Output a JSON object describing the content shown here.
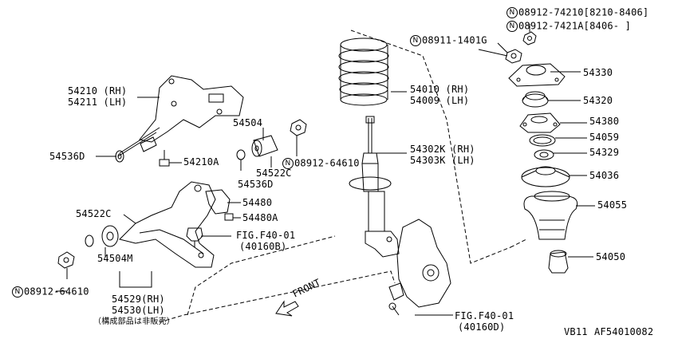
{
  "diagram_id": "VB11",
  "figure_code": "AF54010082",
  "front_label": "FRONT",
  "nut_symbol": "N",
  "parts": {
    "p54210": "54210 (RH)",
    "p54211": "54211 (LH)",
    "p54536d_top": "54536D",
    "p54210a": "54210A",
    "p54504": "54504",
    "p54522c_top": "54522C",
    "p54536d_mid": "54536D",
    "n08912_64610_top": "08912-64610",
    "p54480": "54480",
    "p54480a": "54480A",
    "p54522c_left": "54522C",
    "fig4001_a": "FIG.F40-01",
    "fig40160b": "(40160B)",
    "p54504m": "54504M",
    "n08912_64610_bottom": "08912-64610",
    "p54529": "54529(RH)",
    "p54530": "54530(LH)",
    "not_sold": "（構成部品は非販売）",
    "n08911_1401g": "08911-1401G",
    "p54010": "54010 (RH)",
    "p54009": "54009 (LH)",
    "p54302k": "54302K (RH)",
    "p54303k": "54303K (LH)",
    "fig4001_b": "FIG.F40-01",
    "fig40160d": "(40160D)",
    "n08912_74210": "08912-74210[8210-8406]",
    "n08912_7421a": "08912-7421A[8406-    ]",
    "p54330": "54330",
    "p54320": "54320",
    "p54380": "54380",
    "p54059": "54059",
    "p54329": "54329",
    "p54036": "54036",
    "p54055": "54055",
    "p54050": "54050"
  }
}
